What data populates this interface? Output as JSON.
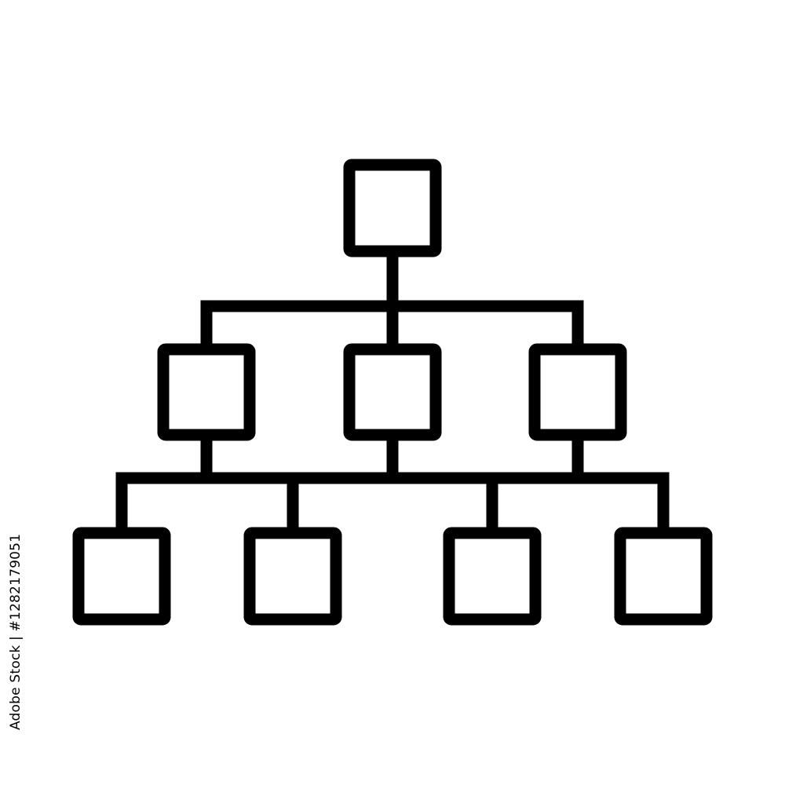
{
  "colors": {
    "background": "#ffffff",
    "stroke": "#000000"
  },
  "diagram": {
    "icon": "hierarchy-org-chart-icon",
    "levels": [
      {
        "name": "root",
        "node_count": 1
      },
      {
        "name": "middle",
        "node_count": 3
      },
      {
        "name": "leaves",
        "node_count": 4
      }
    ]
  },
  "watermark": {
    "id_text": "Adobe Stock | #1282179051"
  }
}
